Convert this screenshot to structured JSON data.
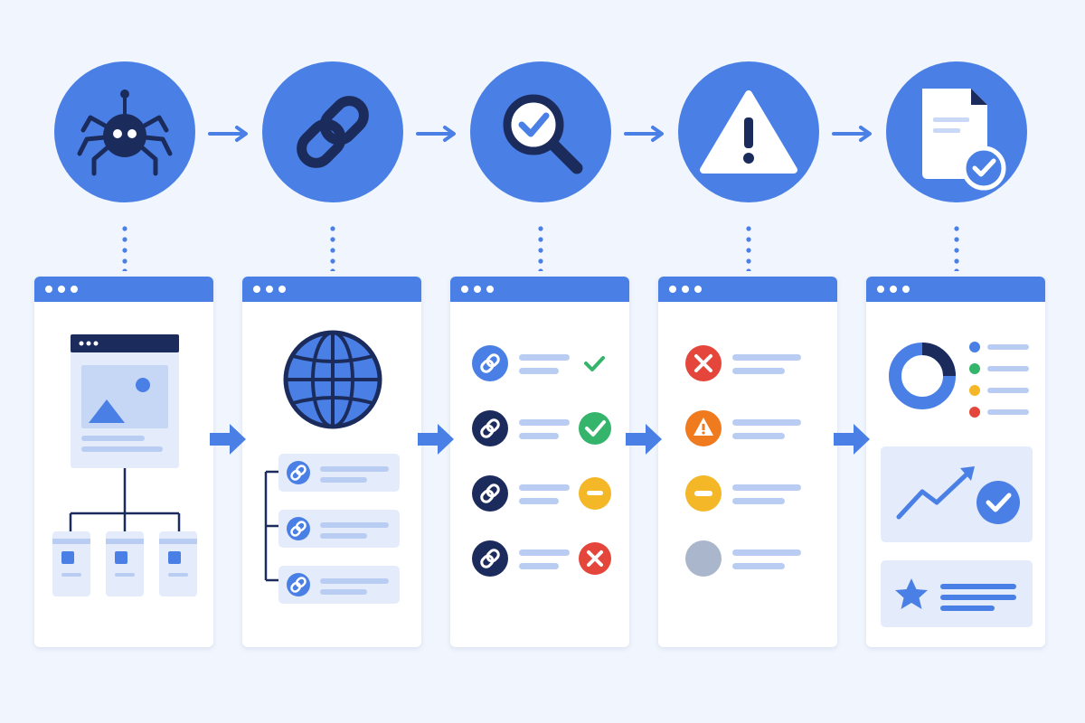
{
  "colors": {
    "background": "#f1f5fd",
    "primary": "#4a80e6",
    "navy": "#1b2c5c",
    "light": "#e4ecfb",
    "line": "#b9cdf3",
    "success": "#35b56b",
    "warning": "#f4b728",
    "warning_orange": "#f07a1e",
    "error": "#e5463c",
    "neutral": "#a9b6cb"
  },
  "steps": [
    {
      "name": "crawl",
      "icon": "spider-icon"
    },
    {
      "name": "extract-links",
      "icon": "chain-link-icon"
    },
    {
      "name": "check-links",
      "icon": "magnifier-check-icon"
    },
    {
      "name": "flag-issues",
      "icon": "warning-triangle-icon"
    },
    {
      "name": "report",
      "icon": "document-check-icon"
    }
  ],
  "panels": {
    "check_results": [
      "success",
      "success",
      "warning",
      "error"
    ],
    "issue_types": [
      "error",
      "warning",
      "minor",
      "neutral"
    ],
    "legend_colors": [
      "#4a80e6",
      "#35b56b",
      "#f4b728",
      "#e5463c"
    ],
    "donut_share": 0.25
  }
}
